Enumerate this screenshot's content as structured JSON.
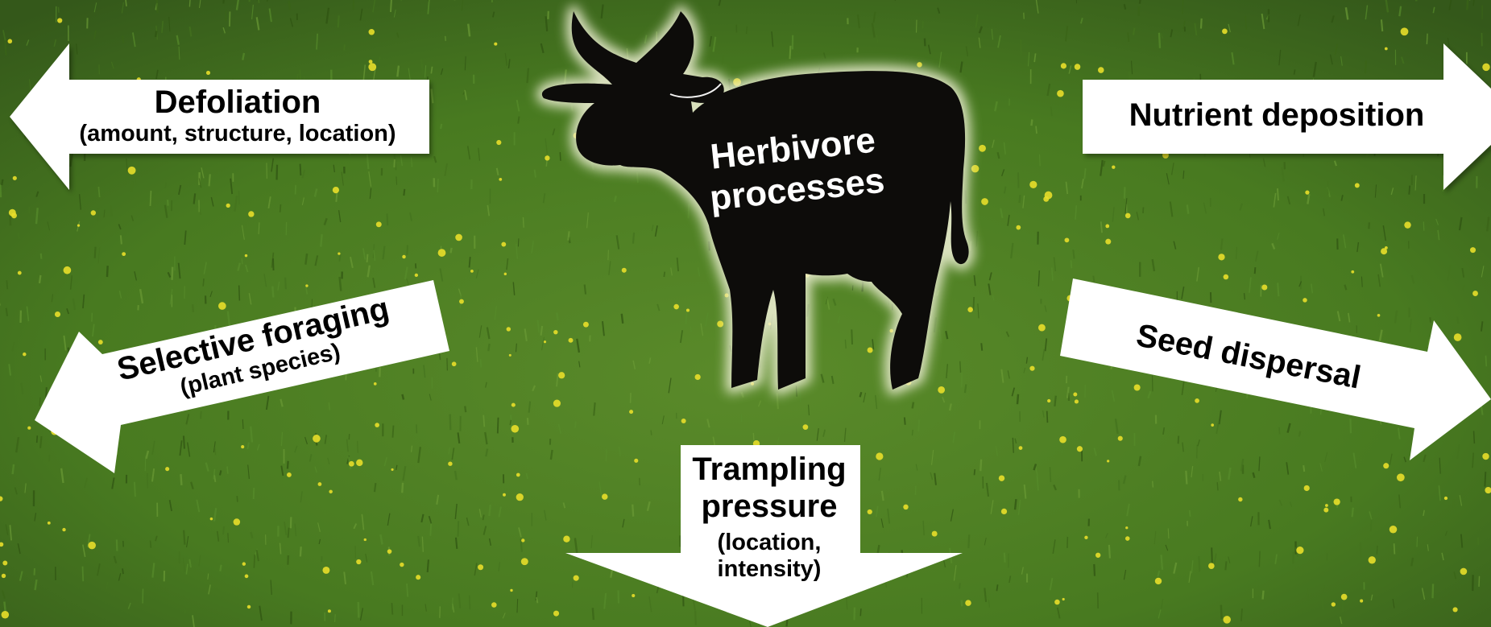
{
  "center": {
    "line1": "Herbivore",
    "line2": "processes"
  },
  "arrows": {
    "defoliation": {
      "title": "Defoliation",
      "detail": "(amount, structure, location)"
    },
    "selective_foraging": {
      "title": "Selective foraging",
      "detail": "(plant species)"
    },
    "trampling": {
      "title_line1": "Trampling",
      "title_line2": "pressure",
      "detail_line1": "(location,",
      "detail_line2": "intensity)"
    },
    "nutrient": {
      "title": "Nutrient deposition"
    },
    "seed": {
      "title": "Seed dispersal"
    }
  },
  "colors": {
    "arrow_fill": "#ffffff",
    "cow_fill": "#0d0c0a",
    "grass": "#4b7a22",
    "flower": "#e8de2a"
  }
}
